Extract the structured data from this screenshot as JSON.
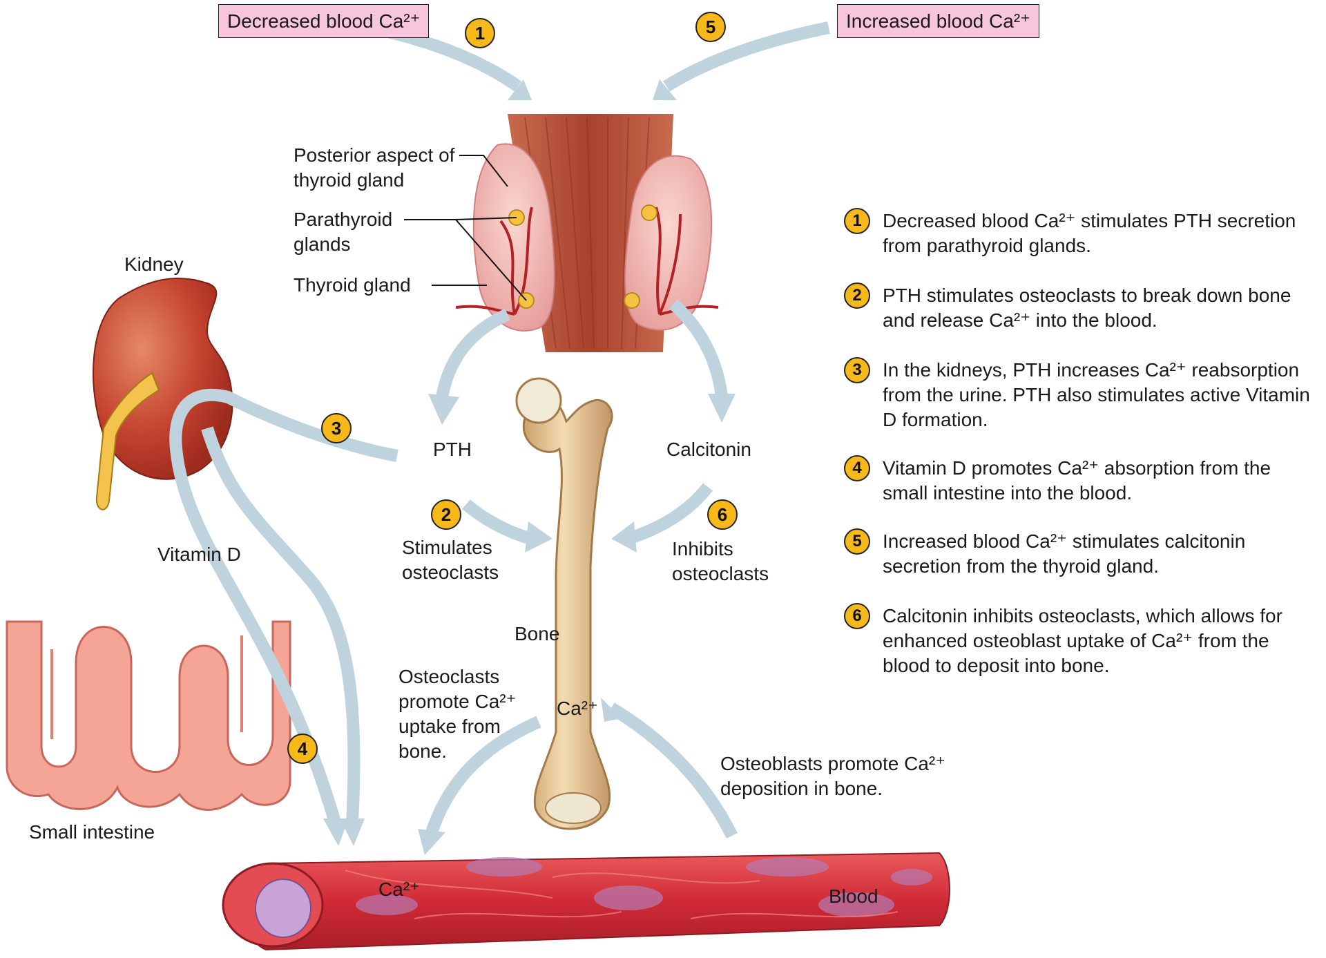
{
  "top_boxes": {
    "decreased": "Decreased blood Ca²⁺",
    "increased": "Increased blood Ca²⁺"
  },
  "step_badges": [
    "1",
    "2",
    "3",
    "4",
    "5",
    "6"
  ],
  "anatomy_labels": {
    "posterior_aspect": "Posterior aspect of thyroid gland",
    "parathyroid": "Parathyroid glands",
    "thyroid": "Thyroid gland",
    "kidney": "Kidney",
    "vitamin_d": "Vitamin D",
    "small_intestine": "Small intestine",
    "bone": "Bone",
    "blood": "Blood",
    "pth": "PTH",
    "calcitonin": "Calcitonin",
    "stimulates": "Stimulates osteoclasts",
    "inhibits": "Inhibits osteoclasts",
    "osteoclasts_note": "Osteoclasts promote Ca²⁺ uptake from bone.",
    "osteoblasts_note": "Osteoblasts promote Ca²⁺ deposition in bone.",
    "ca_bone": "Ca²⁺",
    "ca_blood": "Ca²⁺"
  },
  "steps": [
    {
      "num": "1",
      "text": "Decreased blood Ca²⁺ stimulates PTH secretion from parathyroid glands."
    },
    {
      "num": "2",
      "text": "PTH stimulates osteoclasts to break down bone and release Ca²⁺ into the blood."
    },
    {
      "num": "3",
      "text": "In the kidneys, PTH increases Ca²⁺ reabsorption from the urine. PTH also stimulates active Vitamin D formation."
    },
    {
      "num": "4",
      "text": "Vitamin D promotes Ca²⁺ absorption from the small intestine into the blood."
    },
    {
      "num": "5",
      "text": "Increased blood Ca²⁺ stimulates calcitonin secretion from the thyroid gland."
    },
    {
      "num": "6",
      "text": "Calcitonin inhibits osteoclasts, which allows for enhanced osteoblast uptake of Ca²⁺ from the blood to deposit into bone."
    }
  ],
  "colors": {
    "arrow": "#bfd3de",
    "badge": "#f7b81a",
    "pink_box": "#f7c6dd",
    "blood_vessel": "#d8303a",
    "bone": "#e6c79a",
    "kidney": "#c2412e",
    "intestine": "#f29a8a",
    "thyroid": "#f2b9b4",
    "muscle": "#b8523c"
  }
}
